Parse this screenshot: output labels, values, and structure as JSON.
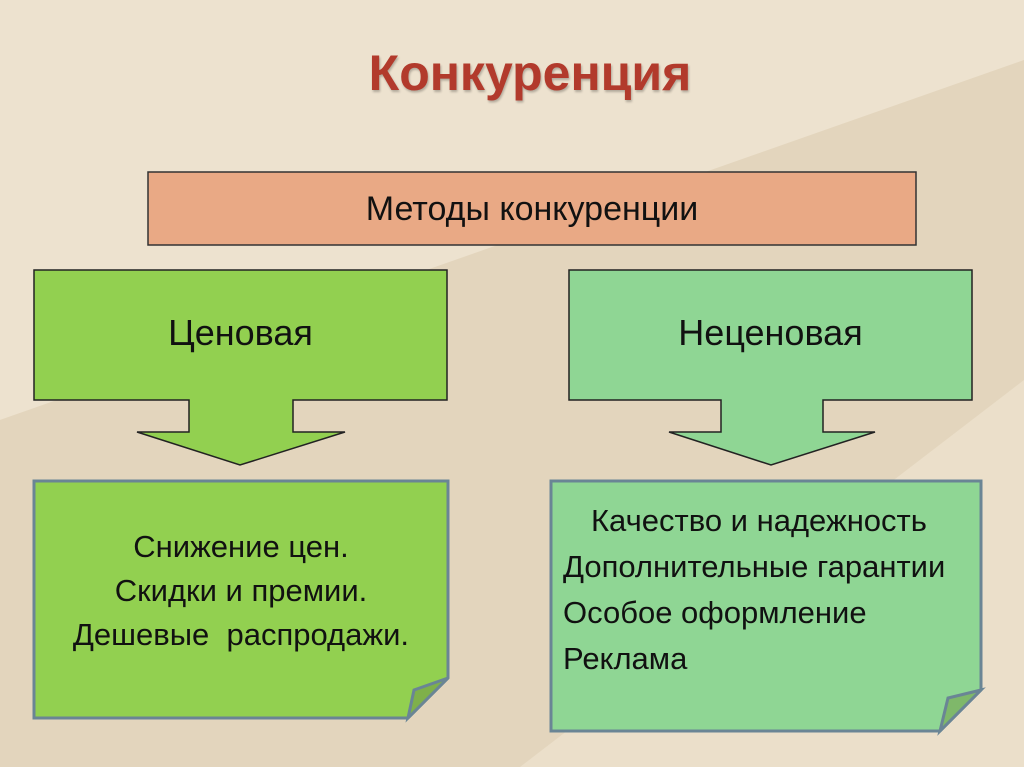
{
  "title": "Конкуренция",
  "root": {
    "label": "Методы конкуренции"
  },
  "branches": [
    {
      "label": "Ценовая",
      "items": [
        "Снижение цен.",
        "Скидки и премии.",
        "Дешевые  распродажи."
      ],
      "color": "#92d050"
    },
    {
      "label": "Неценовая",
      "items": [
        "Качество и надежность",
        "Дополнительные гарантии",
        "Особое оформление",
        "Реклама"
      ],
      "color": "#8fd694"
    }
  ],
  "colors": {
    "background": "#e9dcc6",
    "title": "#b23a2c",
    "root": "#e9a985"
  }
}
